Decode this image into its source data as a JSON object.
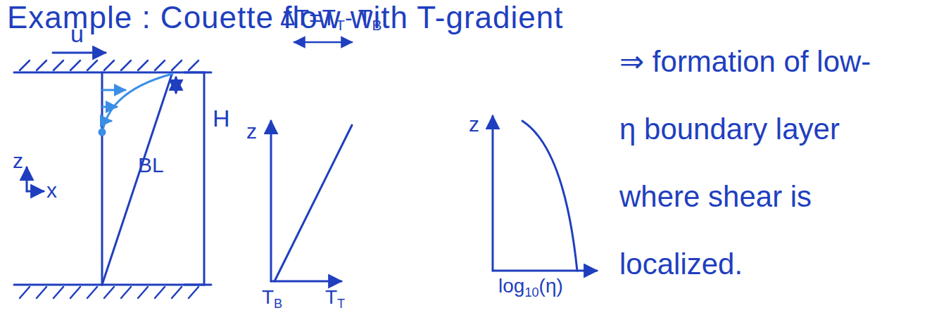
{
  "diagram": {
    "title": "Example : Couette flow with T-gradient",
    "labels": [
      "u",
      "z",
      "x",
      "BL",
      "H",
      "ΔT=T",
      "T",
      "- T",
      "B",
      "z",
      "T",
      "B",
      "T",
      "T",
      "z",
      "log",
      "10",
      "(η)",
      "⇒ formation of low-η boundary layer where shear is localized."
    ]
  }
}
